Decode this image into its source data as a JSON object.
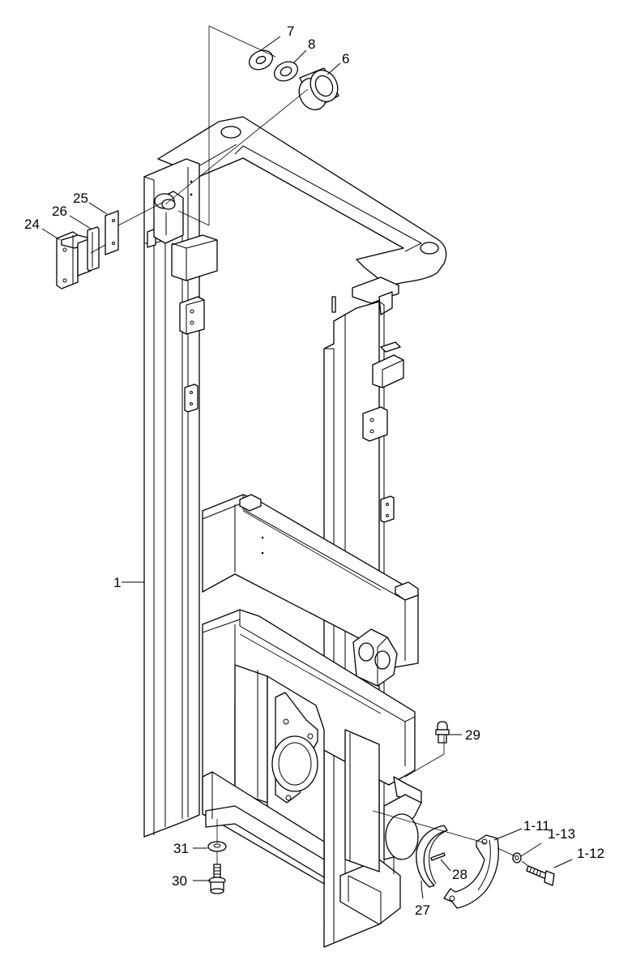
{
  "diagram": {
    "callouts": [
      {
        "id": "c1",
        "label": "1"
      },
      {
        "id": "c6",
        "label": "6"
      },
      {
        "id": "c7",
        "label": "7"
      },
      {
        "id": "c8",
        "label": "8"
      },
      {
        "id": "c24",
        "label": "24"
      },
      {
        "id": "c25",
        "label": "25"
      },
      {
        "id": "c26",
        "label": "26"
      },
      {
        "id": "c27",
        "label": "27"
      },
      {
        "id": "c28",
        "label": "28"
      },
      {
        "id": "c29",
        "label": "29"
      },
      {
        "id": "c30",
        "label": "30"
      },
      {
        "id": "c31",
        "label": "31"
      },
      {
        "id": "c1-11",
        "label": "1-11"
      },
      {
        "id": "c1-12",
        "label": "1-12"
      },
      {
        "id": "c1-13",
        "label": "1-13"
      }
    ]
  }
}
